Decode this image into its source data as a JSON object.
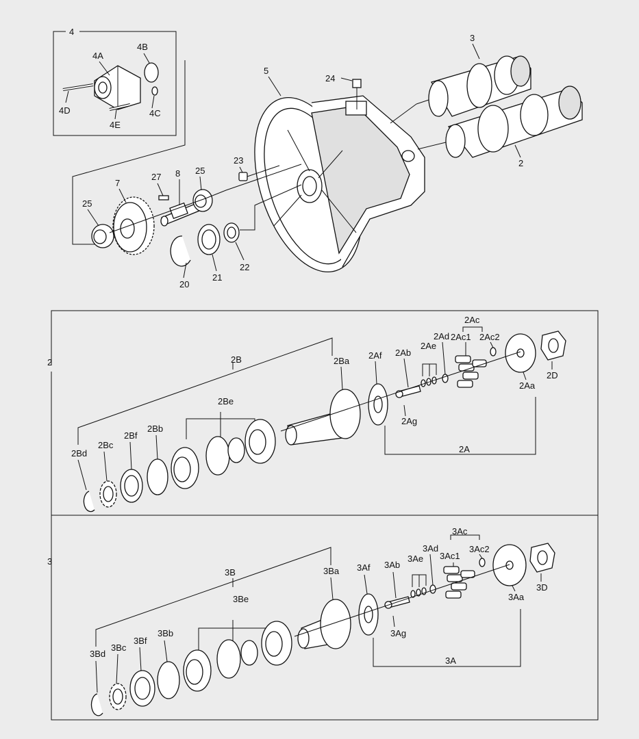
{
  "labels": {
    "g4": "4",
    "g4A": "4A",
    "g4B": "4B",
    "g4C": "4C",
    "g4D": "4D",
    "g4E": "4E",
    "p3": "3",
    "p2": "2",
    "p5": "5",
    "p24": "24",
    "p23": "23",
    "p27": "27",
    "p8": "8",
    "p25a": "25",
    "p25b": "25",
    "p7": "7",
    "p20": "20",
    "p21": "21",
    "p22": "22",
    "s2": "2",
    "s2B": "2B",
    "s2Ba": "2Ba",
    "s2Af": "2Af",
    "s2Ab": "2Ab",
    "s2Ae": "2Ae",
    "s2Ad": "2Ad",
    "s2Ac": "2Ac",
    "s2Ac1": "2Ac1",
    "s2Ac2": "2Ac2",
    "s2D": "2D",
    "s2Aa": "2Aa",
    "s2Ag": "2Ag",
    "s2A": "2A",
    "s2Be": "2Be",
    "s2Bf": "2Bf",
    "s2Bb": "2Bb",
    "s2Bc": "2Bc",
    "s2Bd": "2Bd",
    "s3": "3",
    "s3B": "3B",
    "s3Ba": "3Ba",
    "s3Af": "3Af",
    "s3Ab": "3Ab",
    "s3Ae": "3Ae",
    "s3Ad": "3Ad",
    "s3Ac": "3Ac",
    "s3Ac1": "3Ac1",
    "s3Ac2": "3Ac2",
    "s3D": "3D",
    "s3Aa": "3Aa",
    "s3Ag": "3Ag",
    "s3A": "3A",
    "s3Be": "3Be",
    "s3Bf": "3Bf",
    "s3Bb": "3Bb",
    "s3Bc": "3Bc",
    "s3Bd": "3Bd"
  }
}
